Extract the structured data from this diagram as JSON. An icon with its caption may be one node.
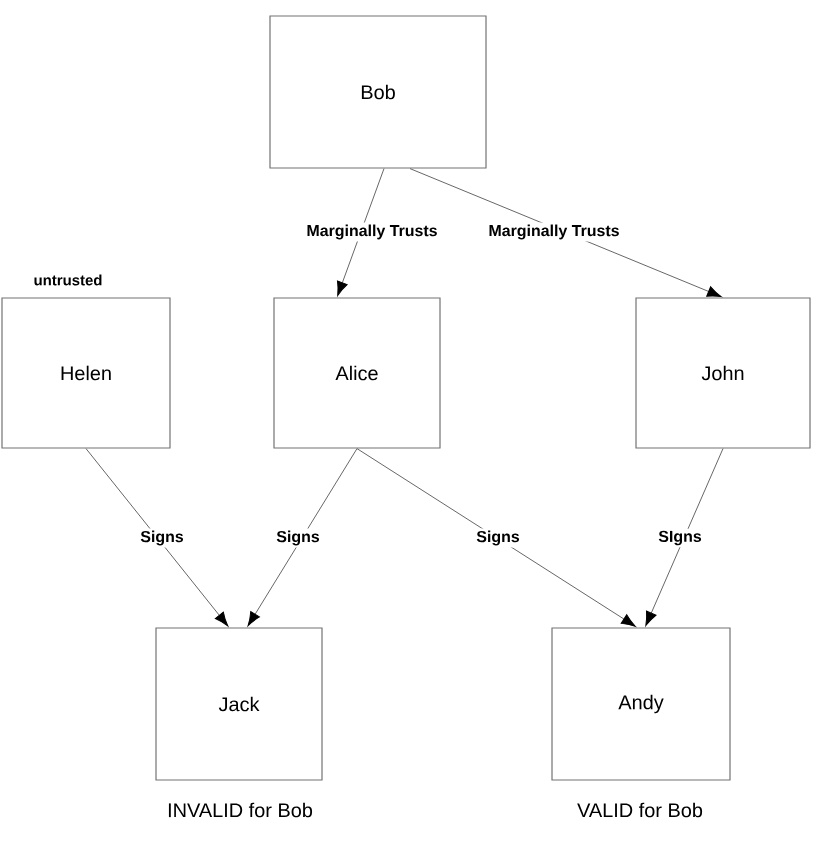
{
  "diagram": {
    "nodes": [
      {
        "text": [
          "Bob"
        ]
      },
      {
        "text": [
          "Helen"
        ],
        "beside": [
          "untrusted"
        ]
      },
      {
        "text": [
          "Alice"
        ]
      },
      {
        "text": [
          "John"
        ]
      },
      {
        "text": [
          "Jack"
        ],
        "beside": [
          "INVALID for Bob"
        ]
      },
      {
        "text": [
          "Andy"
        ],
        "beside": [
          "VALID for Bob"
        ]
      }
    ],
    "edges": [
      {
        "from": 0,
        "to": 2,
        "arrow": "to",
        "label": "Marginally Trusts"
      },
      {
        "from": 0,
        "to": 3,
        "arrow": "to",
        "label": "Marginally Trusts"
      },
      {
        "from": 1,
        "to": 4,
        "arrow": "to",
        "label": "Signs"
      },
      {
        "from": 2,
        "to": 4,
        "arrow": "to",
        "label": "Signs"
      },
      {
        "from": 2,
        "to": 5,
        "arrow": "to",
        "label": "Signs"
      },
      {
        "from": 3,
        "to": 5,
        "arrow": "to",
        "label": "SIgns"
      }
    ]
  }
}
